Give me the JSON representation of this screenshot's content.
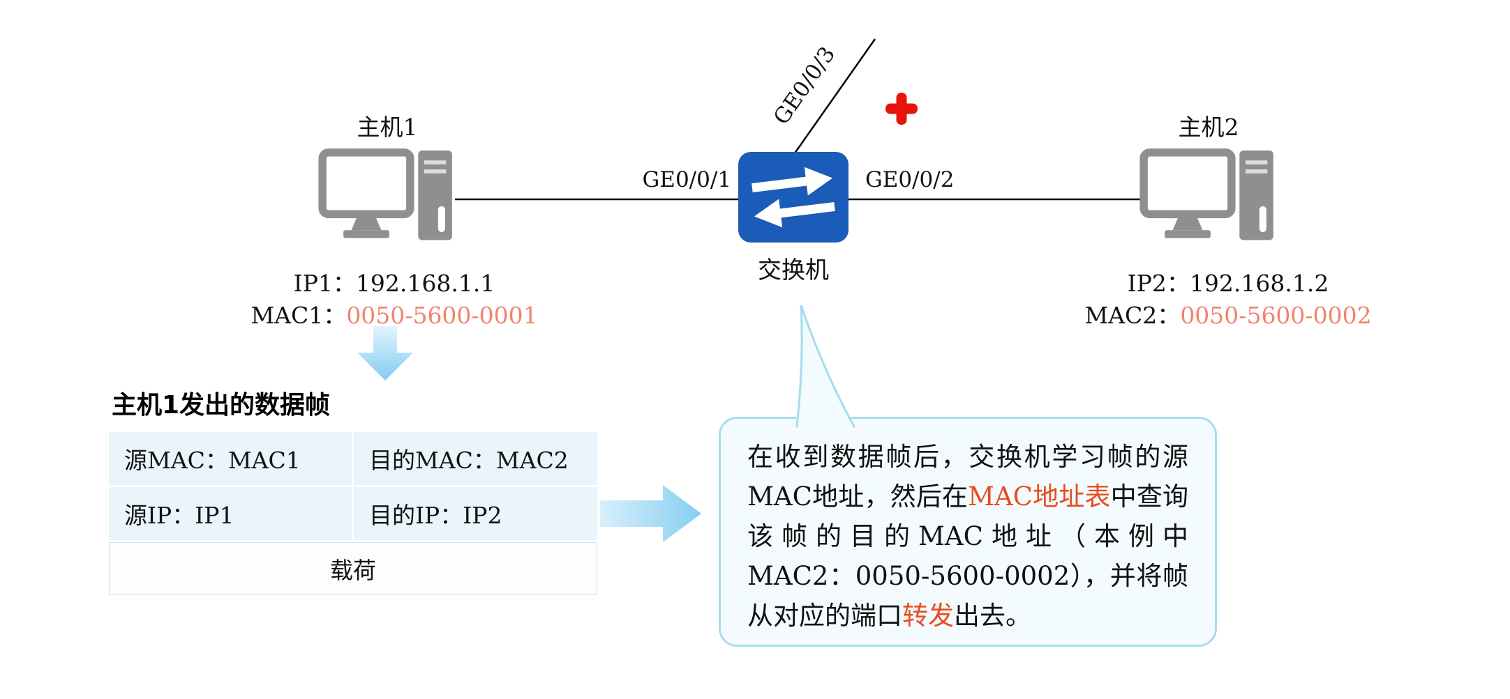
{
  "hosts": {
    "host1": {
      "name": "主机1",
      "ip": "IP1：192.168.1.1",
      "mac_prefix": "MAC1：",
      "mac_value": "0050-5600-0001"
    },
    "host2": {
      "name": "主机2",
      "ip": "IP2：192.168.1.2",
      "mac_prefix": "MAC2：",
      "mac_value": "0050-5600-0002"
    }
  },
  "switch_device": {
    "label": "交换机"
  },
  "ports": {
    "left": "GE0/0/1",
    "right": "GE0/0/2",
    "top": "GE0/0/3"
  },
  "frame": {
    "title": "主机1发出的数据帧",
    "cells": {
      "src_mac": "源MAC：MAC1",
      "dst_mac": "目的MAC：MAC2",
      "src_ip": "源IP：IP1",
      "dst_ip": "目的IP：IP2",
      "payload": "载荷"
    }
  },
  "bubble": {
    "segments": [
      {
        "text": "在收到数据帧后，交换机学习帧的源MAC地址，然后在",
        "highlight": false
      },
      {
        "text": "MAC地址表",
        "highlight": true
      },
      {
        "text": "中查询该帧的目的MAC地址（本例中MAC2：0050-5600-0002），并将帧从对应的端口",
        "highlight": false
      },
      {
        "text": "转发",
        "highlight": true
      },
      {
        "text": "出去。",
        "highlight": false
      }
    ]
  },
  "colors": {
    "mac_value": "#f0836e",
    "bubble_highlight": "#e84c1e",
    "switch_blue": "#1a5cb8",
    "arrow_light_blue": "#9bd4f0",
    "bubble_border": "#a6dcee",
    "bubble_fill": "#f3fbfe",
    "red_plus": "#e8130b",
    "host_gray": "#8f8f8f"
  }
}
